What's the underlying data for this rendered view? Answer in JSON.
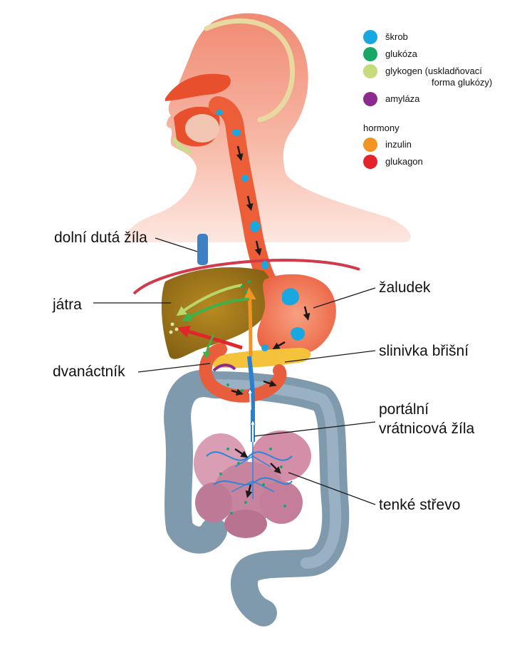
{
  "labels": {
    "vena_cava": "dolní dutá žíla",
    "liver": "játra",
    "duodenum": "dvanáctník",
    "stomach": "žaludek",
    "pancreas": "slinivka břišní",
    "portal_line1": "portální",
    "portal_line2": "vrátnicová žíla",
    "small_intestine": "tenké střevo"
  },
  "legend": {
    "items": [
      {
        "label": "škrob",
        "color": "#19a7e0"
      },
      {
        "label": "glukóza",
        "color": "#16a864"
      },
      {
        "label": "glykogen (uskladňovací",
        "label_line2": "forma glukózy)",
        "color": "#c5dc7c"
      },
      {
        "label": "amyláza",
        "color": "#8d2a8f"
      }
    ],
    "hormones_title": "hormony",
    "hormones": [
      {
        "label": "inzulin",
        "color": "#f39323"
      },
      {
        "label": "glukagon",
        "color": "#e3242b"
      }
    ]
  }
}
